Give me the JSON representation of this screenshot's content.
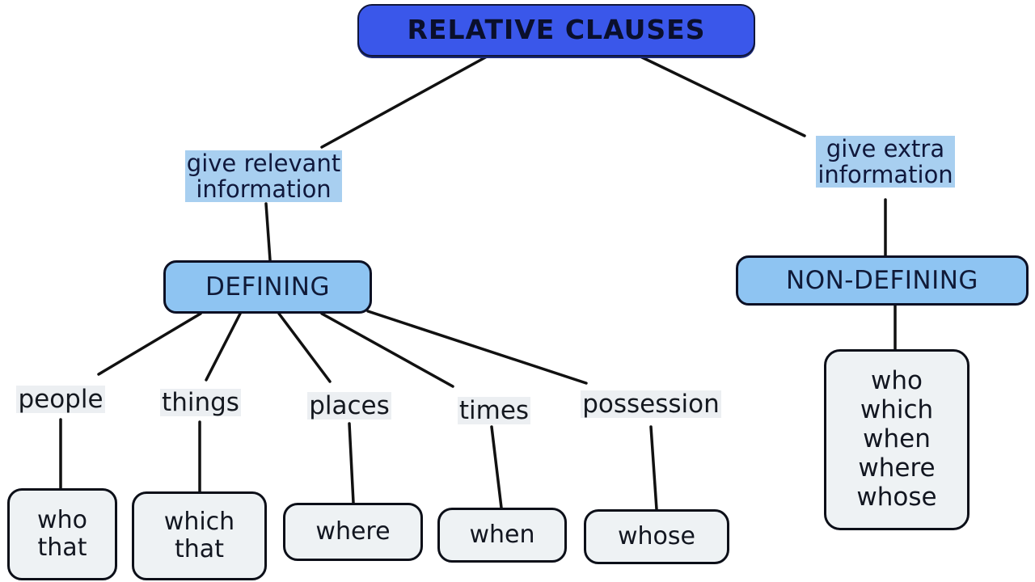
{
  "diagram": {
    "title": "RELATIVE CLAUSES",
    "type": "tree",
    "colors": {
      "root_fill": "#3a57ea",
      "root_text": "#0a0f2c",
      "caption_highlight": "#a8cff0",
      "category_fill": "#8ec4f2",
      "leaf_fill": "#eef2f4",
      "label_highlight": "#eceff2",
      "line": "#111111",
      "background": "#ffffff"
    }
  },
  "root": {
    "label": "RELATIVE CLAUSES"
  },
  "branches": [
    {
      "id": "defining",
      "caption": "give relevant\ninformation",
      "category": "DEFINING",
      "children": [
        {
          "label": "people",
          "box": "who\nthat"
        },
        {
          "label": "things",
          "box": "which\nthat"
        },
        {
          "label": "places",
          "box": "where"
        },
        {
          "label": "times",
          "box": "when"
        },
        {
          "label": "possession",
          "box": "whose"
        }
      ]
    },
    {
      "id": "non-defining",
      "caption": "give extra\ninformation",
      "category": "NON-DEFINING",
      "pronouns": "who\nwhich\nwhen\nwhere\nwhose"
    }
  ]
}
